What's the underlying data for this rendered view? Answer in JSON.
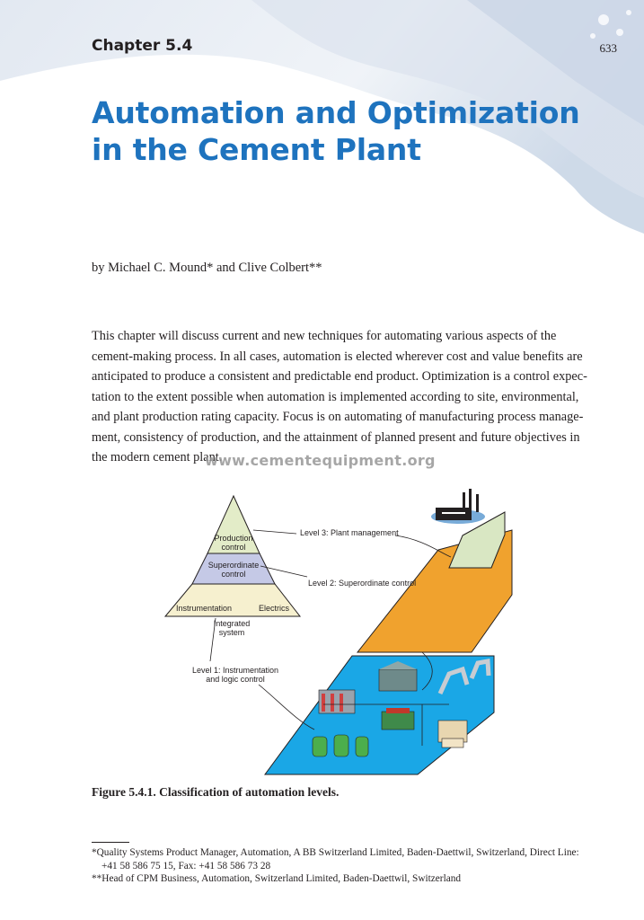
{
  "header": {
    "chapter_label": "Chapter 5.4",
    "page_number": "633"
  },
  "title": {
    "line1": "Automation and Optimization",
    "line2": "in the Cement Plant"
  },
  "byline": "by Michael C. Mound* and Clive Colbert**",
  "abstract_lines": [
    "This chapter will discuss current and new techniques for automating various aspects of the",
    "cement-making process. In all cases, automation is elected wherever cost and value benefits are",
    "anticipated to produce a consistent and predictable end product. Optimization is a control expec-",
    "tation to the extent possible when automation is implemented according to site, environmental,",
    "and plant production rating capacity. Focus is on automating of manufacturing process manage-",
    "ment, consistency of production, and the attainment of planned present and future objectives in",
    "the modern cement plant."
  ],
  "watermark": "www.cementequipment.org",
  "figure": {
    "pyramid_top_line1": "Production",
    "pyramid_top_line2": "control",
    "pyramid_mid_line1": "Superordinate",
    "pyramid_mid_line2": "control",
    "pyramid_base_left": "Instrumentation",
    "pyramid_base_right": "Electrics",
    "integrated_line1": "Integrated",
    "integrated_line2": "system",
    "level3": "Level 3: Plant management",
    "level2": "Level 2: Superordinate control",
    "level1_line1": "Level 1: Instrumentation",
    "level1_line2": "and logic control",
    "colors": {
      "production": "#e3ecc8",
      "superordinate": "#c5c9e6",
      "instrumentation": "#f6f0cf",
      "level3_plane": "#d9e7c3",
      "level2_plane": "#f0a22e",
      "level1_plane": "#1aa7e6"
    }
  },
  "caption": "Figure 5.4.1. Classification of automation levels.",
  "footnotes": {
    "fn1_line1": "*Quality Systems Product Manager, Automation, A BB Switzerland Limited, Baden-Daettwil, Switzerland, Direct Line:",
    "fn1_line2": "+41 58 586 75 15, Fax: +41 58 586 73 28",
    "fn2": "**Head of CPM Business, Automation, Switzerland Limited, Baden-Daettwil, Switzerland"
  }
}
